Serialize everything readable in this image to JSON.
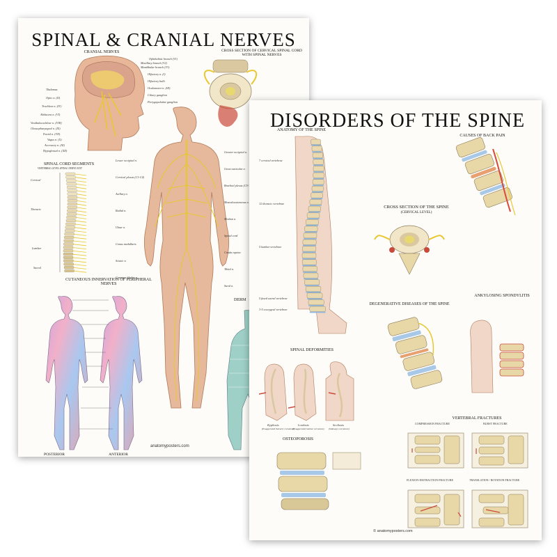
{
  "left_poster": {
    "title": "SPINAL & CRANIAL NERVES",
    "sections": {
      "cranial_nerves": "CRANIAL NERVES",
      "cross_section_cervical": "CROSS SECTION OF CERVICAL SPINAL CORD WITH SPINAL NERVES",
      "spinal_cord_segments": "SPINAL CORD SEGMENTS",
      "spinal_cord_segments_sub": "VERTEBRAL LEVEL    SPINAL NERVE EXIT",
      "cutaneous_innervation": "CUTANEOUS INNERVATION OF PERIPHERAL NERVES",
      "dermatomes": "DERM"
    },
    "region_labels": [
      "Cervical",
      "Thoracic",
      "Lumbar",
      "Sacral"
    ],
    "view_labels": {
      "posterior": "POSTERIOR",
      "anterior": "ANTERIOR"
    },
    "cranial_labels": [
      "Thalamus",
      "Optic n. (II)",
      "Trochlear n. (IV)",
      "Abducens n. (VI)",
      "Vestibulocochlear n. (VIII)",
      "Glossopharyngeal n. (IX)",
      "Facial n. (VII)",
      "Vagus n. (X)",
      "Accessory n. (XI)",
      "Hypoglossal n. (XII)"
    ],
    "cranial_labels_right": [
      "Ophthalmic branch (V1)",
      "Maxillary branch (V2)",
      "Mandibular branch (V3)",
      "Olfactory n. (I)",
      "Olfactory bulb",
      "Oculomotor n. (III)",
      "Ciliary ganglion",
      "Pterygopalatine ganglion"
    ],
    "body_labels": [
      "Greater occipital n.",
      "Lesser occipital n.",
      "Great auricular n.",
      "Cervical plexus (C1-C4)",
      "Brachial plexus (C5-T1)",
      "Axillary n.",
      "Musculocutaneous n.",
      "Radial n.",
      "Median n.",
      "Ulnar n.",
      "Spinal cord",
      "Conus medullaris",
      "Cauda equina",
      "Sciatic n.",
      "Tibial n.",
      "Common fibular n.",
      "Sural n."
    ],
    "footer": "anatomyposters.com"
  },
  "right_poster": {
    "title": "DISORDERS OF THE SPINE",
    "sections": {
      "anatomy": "ANATOMY OF THE SPINE",
      "causes_back_pain": "CAUSES OF BACK PAIN",
      "cross_section": "CROSS SECTION OF THE SPINE",
      "cross_section_sub": "(CERVICAL LEVEL)",
      "degenerative": "DEGENERATIVE DISEASES OF THE SPINE",
      "ankylosing": "ANKYLOSING SPONDYLITIS",
      "spinal_deformities": "SPINAL DEFORMITIES",
      "osteoporosis": "OSTEOPOROSIS",
      "vertebral_fractures": "VERTEBRAL FRACTURES"
    },
    "spine_labels": [
      "7 cervical vertebrae",
      "12 thoracic vertebrae",
      "5 lumbar vertebrae",
      "5 fused sacral vertebrae",
      "3-5 coccygeal vertebrae"
    ],
    "deformities": [
      {
        "name": "Kyphosis",
        "desc": "(Exaggerated thoracic curvature)"
      },
      {
        "name": "Lordosis",
        "desc": "(Exaggerated lumbar curvature)"
      },
      {
        "name": "Scoliosis",
        "desc": "(Sideways curvature)"
      }
    ],
    "fractures": [
      "COMPRESSION FRACTURE",
      "BURST FRACTURE",
      "FLEXION-DISTRACTION FRACTURE",
      "TRANSLATION / ROTATION FRACTURE"
    ],
    "footer": "© anatomyposters.com"
  }
}
